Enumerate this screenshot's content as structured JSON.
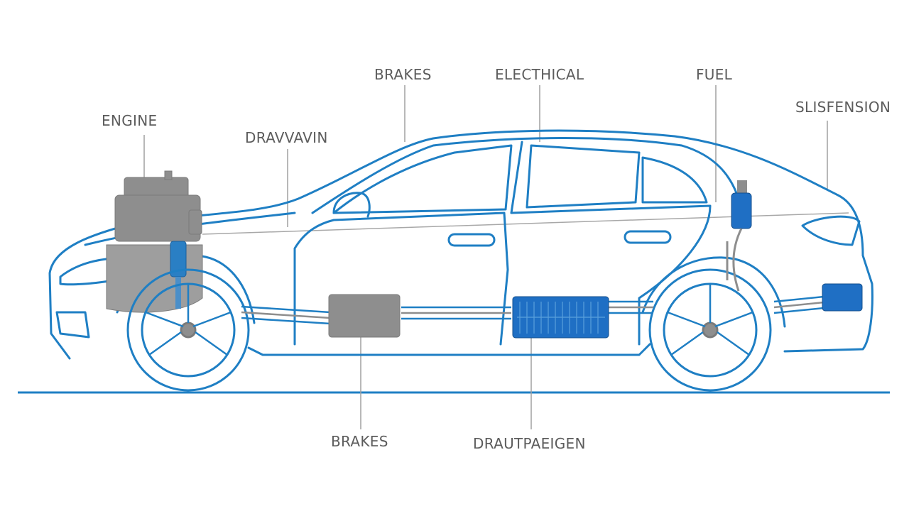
{
  "labels": {
    "engine": "ENGINE",
    "drivetrain_top": "DRAVVAVIN",
    "brakes_top": "BRAKES",
    "electrical": "ELECTHICAL",
    "fuel": "FUEL",
    "suspension": "SLISFENSION",
    "brakes_bottom": "BRAKES",
    "drivetrain_bottom": "DRAUTPAEIGEN"
  },
  "colors": {
    "outline_blue": "#1f7fc4",
    "component_gray": "#8c8c8c",
    "battery_blue": "#1f6fc4",
    "ground_line": "#1f7fc4",
    "leader_gray": "#9a9a9a",
    "label_text": "#5c5c5c"
  }
}
